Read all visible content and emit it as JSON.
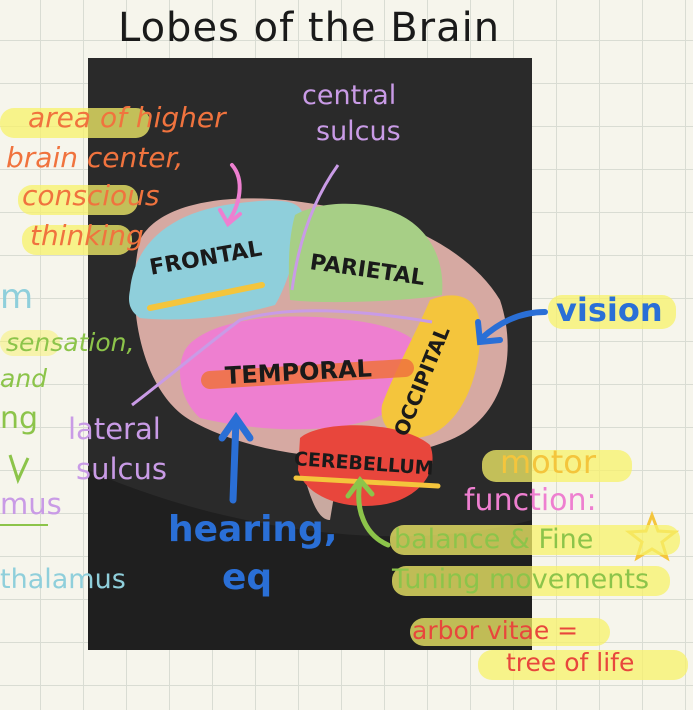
{
  "title": "Lobes of the Brain",
  "labels": {
    "central_sulcus_1": "central",
    "central_sulcus_2": "sulcus",
    "frontal_note_1": "area of higher",
    "frontal_note_2": "brain center,",
    "frontal_note_3": "conscious",
    "frontal_note_4": "thinking",
    "frontal": "FRONTAL",
    "parietal": "PARIETAL",
    "temporal": "TEMPORAL",
    "occipital": "OCCIPITAL",
    "cerebellum": "CEREBELLUM",
    "vision": "vision",
    "lateral_sulcus_1": "lateral",
    "lateral_sulcus_2": "sulcus",
    "hearing_1": "hearing,",
    "hearing_2": "eq",
    "motor_1": "motor",
    "motor_2": "function:",
    "balance_1": "balance & Fine",
    "balance_2": "Tuning movements",
    "arbor_1": "arbor vitae =",
    "arbor_2": "tree of life",
    "left_m": "m",
    "left_sensation": "sensation,",
    "left_and": "and",
    "left_ng": "ng",
    "left_mus": "mus",
    "left_thalamus": "thalamus"
  },
  "colors": {
    "frontal": "#8fcfdb",
    "parietal": "#a7cf86",
    "temporal": "#ee7fd0",
    "occipital": "#f4c53c",
    "cerebellum": "#e8463c",
    "title": "#1a1a1a",
    "orange_text": "#f0733e",
    "purple_text": "#c99be6",
    "green_text": "#8cc44a",
    "blue_text": "#2a6fd6",
    "yellow_hl": "#f7f26a",
    "photo_bg": "#2b2b2b"
  },
  "icons": [
    "star-icon",
    "arrow-icon"
  ]
}
